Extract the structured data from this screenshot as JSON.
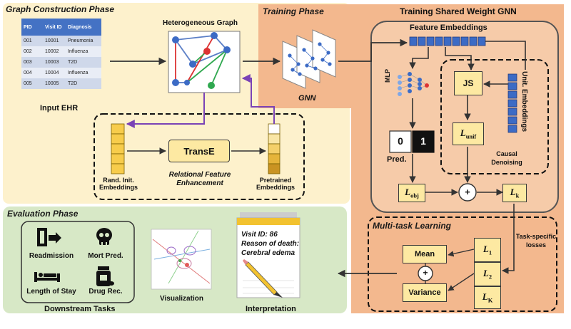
{
  "phases": {
    "graph_construction": "Graph Construction Phase",
    "training": "Training Phase",
    "training_gnn": "Training Shared Weight GNN",
    "evaluation": "Evaluation Phase",
    "multitask": "Multi-task Learning"
  },
  "ehr_table": {
    "headers": [
      "PID",
      "Visit ID",
      "Diagnosis"
    ],
    "rows": [
      [
        "001",
        "10001",
        "Pneumonia"
      ],
      [
        "002",
        "10002",
        "Influenza"
      ],
      [
        "003",
        "10003",
        "T2D"
      ],
      [
        "004",
        "10004",
        "Influenza"
      ],
      [
        "005",
        "10005",
        "T2D"
      ]
    ],
    "caption": "Input EHR"
  },
  "graph": {
    "title": "Heterogeneous Graph"
  },
  "relational": {
    "rand_init": "Rand. Init. Embeddings",
    "transe": "TransE",
    "pretrained": "Pretrained Embeddings",
    "caption": "Relational Feature Enhancement"
  },
  "gnn_label": "GNN",
  "gnn_inner": {
    "feature_embeddings": "Feature Embeddings",
    "mlp": "MLP",
    "pred_0": "0",
    "pred_1": "1",
    "pred": "Pred.",
    "js": "JS",
    "unit_embeddings": "Unit. Embeddings",
    "l_unif_main": "L",
    "l_unif_sub": "unif",
    "causal_denoising": "Causal Denoising",
    "l_obj_main": "L",
    "l_obj_sub": "obj",
    "plus": "+",
    "l_k_main": "L",
    "l_k_sub": "k"
  },
  "multitask": {
    "mean": "Mean",
    "variance": "Variance",
    "plus": "+",
    "l1_main": "L",
    "l1_sub": "1",
    "l2_main": "L",
    "l2_sub": "2",
    "lK_main": "L",
    "lK_sub": "K",
    "task_specific": "Task-specific losses"
  },
  "evaluation": {
    "tasks": [
      "Readmission",
      "Mort Pred.",
      "Length of Stay",
      "Drug Rec."
    ],
    "downstream": "Downstream Tasks",
    "visualization": "Visualization",
    "interp_text_1": "Visit ID: 86",
    "interp_text_2": "Reason of death:",
    "interp_text_3": "Cerebral edema",
    "interpretation": "Interpretation"
  },
  "icons": [
    "exit-door-icon",
    "skull-icon",
    "hospital-bed-icon",
    "medicine-bottle-icon",
    "network-layer-icon",
    "pencil-icon"
  ],
  "colors": {
    "graph_bg": "#fdf1cc",
    "training_bg": "#f3b88e",
    "gnn_inner_bg": "#f6cba9",
    "eval_bg": "#d7e8c6",
    "embedding_yellow": "#f7cc4b",
    "node_blue": "#3c6bc5",
    "purple_arrow": "#7a42b6"
  }
}
